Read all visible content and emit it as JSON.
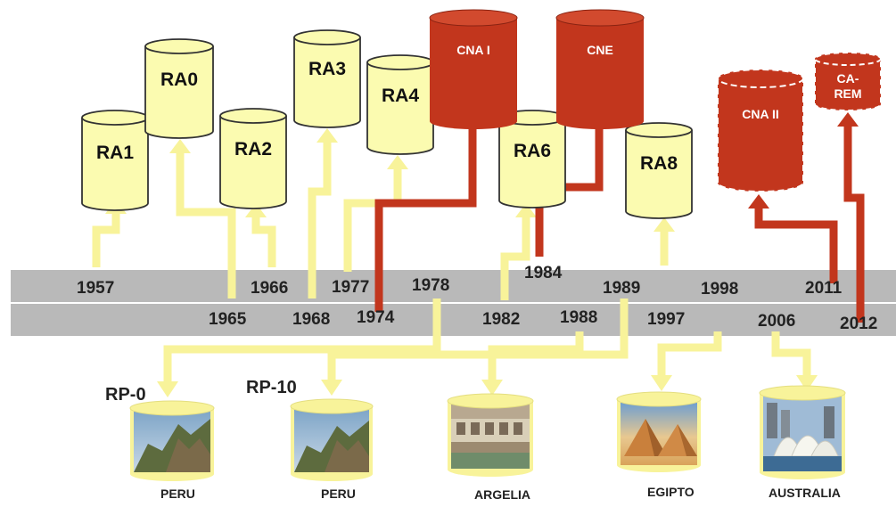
{
  "colors": {
    "arrow_yellow": "#f8f39a",
    "reactor_fill": "#fbfbb0",
    "reactor_stroke": "#333333",
    "red": "#c2361d",
    "timeline_gray": "#b9b9b9"
  },
  "years_top": {
    "y1957": "1957",
    "y1966": "1966",
    "y1977": "1977",
    "y1978": "1978",
    "y1984": "1984",
    "y1989": "1989",
    "y1998": "1998",
    "y2011": "2011"
  },
  "years_bottom": {
    "y1965": "1965",
    "y1968": "1968",
    "y1974": "1974",
    "y1982": "1982",
    "y1988": "1988",
    "y1997": "1997",
    "y2006": "2006",
    "y2012": "2012"
  },
  "reactors": {
    "ra0": "RA0",
    "ra1": "RA1",
    "ra2": "RA2",
    "ra3": "RA3",
    "ra4": "RA4",
    "ra6": "RA6",
    "ra8": "RA8"
  },
  "plants": {
    "cna1": "CNA I",
    "cne": "CNE",
    "cna2": "CNA II",
    "carem": "CA-\nREM"
  },
  "exports": {
    "rp0": "RP-0",
    "rp10": "RP-10",
    "peru1": "PERU",
    "peru2": "PERU",
    "argelia": "ARGELIA",
    "egipto": "EGIPTO",
    "australia": "AUSTRALIA"
  }
}
